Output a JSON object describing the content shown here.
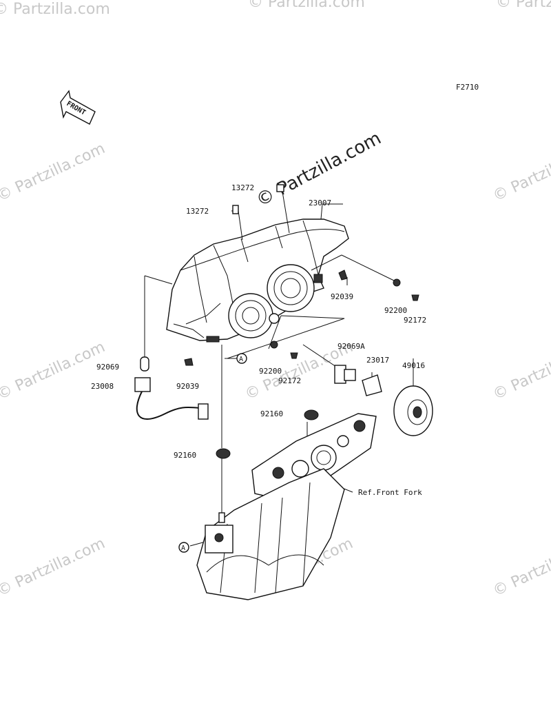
{
  "figure_code": "F2710",
  "front_arrow_text": "FRONT",
  "watermark": "© Partzilla.com",
  "ref_label": "Ref.Front Fork",
  "callout_letter": "A",
  "parts": {
    "headlight_assembly": "23007",
    "clip_upper_right": "13272",
    "clip_upper_left": "13272",
    "bulb_small": "92069",
    "socket_wiring": "23008",
    "screw_left": "92039",
    "screw_right": "92039",
    "washer_right": "92200",
    "screw_bolt_right": "92172",
    "washer_center": "92200",
    "screw_bolt_center": "92172",
    "bulb_main": "92069A",
    "bulb_socket": "23017",
    "dust_cover": "49016",
    "grommet_upper": "92160",
    "grommet_lower": "92160"
  }
}
